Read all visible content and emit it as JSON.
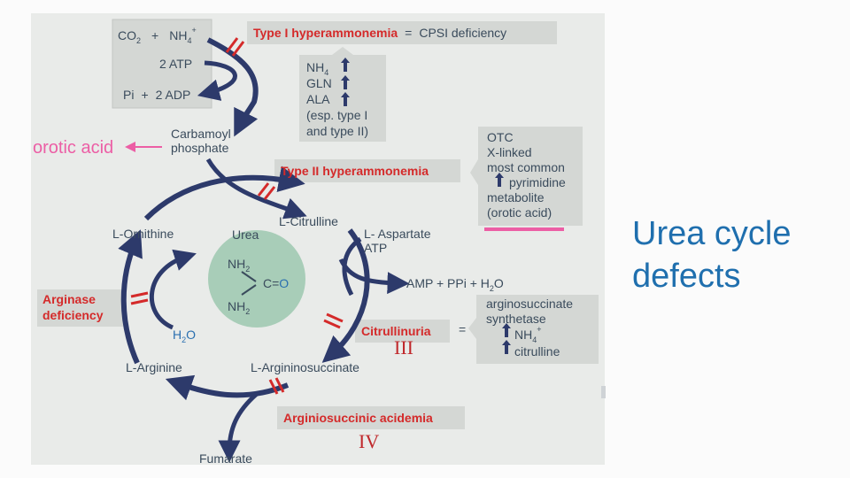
{
  "slide": {
    "title_line1": "Urea cycle",
    "title_line2": "defects"
  },
  "colors": {
    "arrow": "#2d3a6b",
    "red": "#d42a2a",
    "pink": "#ec5ea5",
    "text": "#3a4b5c",
    "box": "#d4d7d4",
    "urea_circle": "#a8cdb8",
    "title": "#1f6fae"
  },
  "diagram": {
    "inputs": {
      "co2": "CO",
      "co2_sub": "2",
      "plus": "+",
      "nh4": "NH",
      "nh4_sub": "4",
      "nh4_sup": "+",
      "atp": "2 ATP",
      "pi": "Pi",
      "plus2": "+",
      "adp": "2 ADP"
    },
    "type1": {
      "label": "Type I hyperammonemia",
      "equals": "=",
      "result": "CPSI deficiency"
    },
    "type1_box": {
      "line1": "NH",
      "line1_sub": "4",
      "line2": "GLN",
      "line3": "ALA",
      "line4": "(esp. type I",
      "line5": "and type II)"
    },
    "orotic_acid": "orotic acid",
    "carbamoyl": {
      "line1": "Carbamoyl",
      "line2": "phosphate"
    },
    "type2": {
      "label": "Type II hyperammonemia"
    },
    "type2_box": {
      "line1": "OTC",
      "line2": "X-linked",
      "line3": "most common",
      "line4": "pyrimidine",
      "line5": "metabolite",
      "line6": "(orotic acid)"
    },
    "urea": {
      "label": "Urea",
      "nh2_top": "NH",
      "nh2_top_sub": "2",
      "co": "C=",
      "o": "O",
      "nh2_bottom": "NH",
      "nh2_bottom_sub": "2"
    },
    "metabolites": {
      "ornithine": "L-Ornithine",
      "citrulline": "L-Citrulline",
      "aspartate": "L- Aspartate",
      "atp": "ATP",
      "amp": "AMP + PPi + H",
      "amp_sub": "2",
      "amp_end": "O",
      "arginine": "L-Arginine",
      "argininosuccinate": "L-Argininosuccinate",
      "fumarate": "Fumarate",
      "water": "H",
      "water_sub": "2",
      "water_end": "O"
    },
    "arginase": {
      "line1": "Arginase",
      "line2": "deficiency"
    },
    "citrullinuria": {
      "label": "Citrullinuria",
      "roman": "III",
      "equals": "="
    },
    "citrullinuria_box": {
      "line1": "arginosuccinate",
      "line2": "synthetase",
      "line3": "NH",
      "line3_sub": "4",
      "line3_sup": "+",
      "line4": "citrulline"
    },
    "asa": {
      "label": "Arginiosuccinic acidemia",
      "roman": "IV"
    }
  }
}
